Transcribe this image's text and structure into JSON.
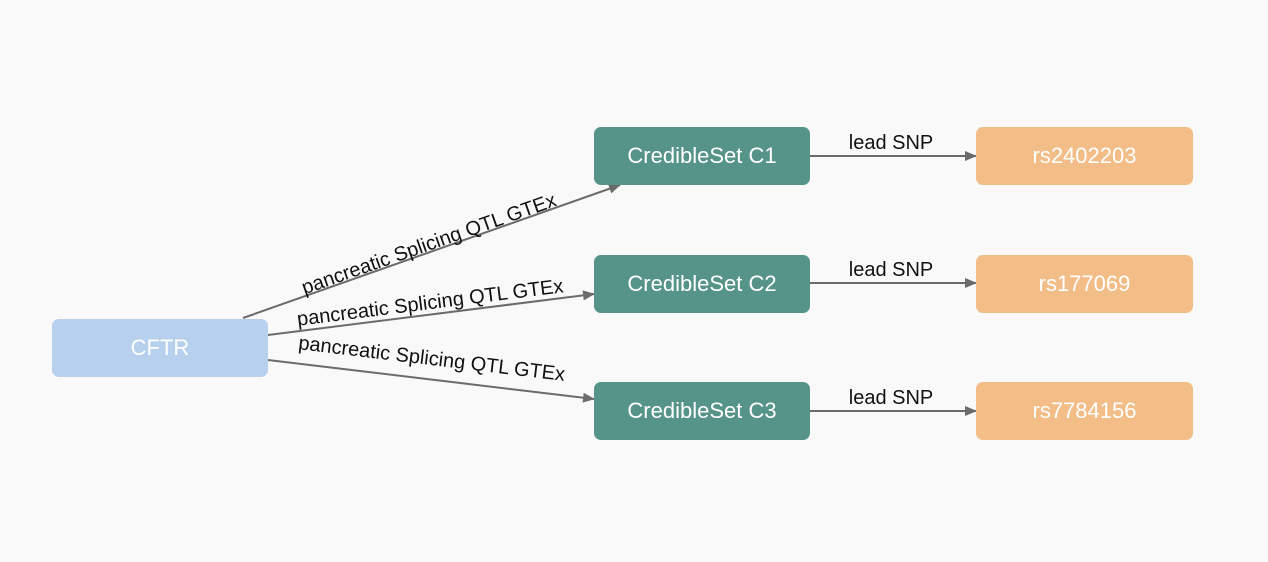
{
  "colors": {
    "background": "#f9f9f9",
    "gene_node": "#b6d0ee",
    "credible_set_node": "#569489",
    "snp_node": "#f3bd88",
    "edge": "#6b6b6b",
    "node_text": "#ffffff",
    "edge_text": "#111111"
  },
  "gene": {
    "label": "CFTR"
  },
  "credible_sets": [
    {
      "label": "CredibleSet C1"
    },
    {
      "label": "CredibleSet C2"
    },
    {
      "label": "CredibleSet C3"
    }
  ],
  "snps": [
    {
      "label": "rs2402203"
    },
    {
      "label": "rs177069"
    },
    {
      "label": "rs7784156"
    }
  ],
  "gene_to_set_edges": [
    {
      "label": "pancreatic Splicing QTL GTEx"
    },
    {
      "label": "pancreatic Splicing QTL GTEx"
    },
    {
      "label": "pancreatic Splicing QTL GTEx"
    }
  ],
  "set_to_snp_edges": [
    {
      "label": "lead SNP"
    },
    {
      "label": "lead SNP"
    },
    {
      "label": "lead SNP"
    }
  ]
}
